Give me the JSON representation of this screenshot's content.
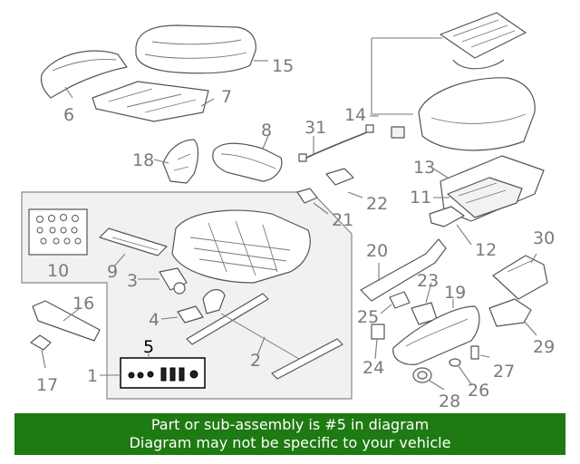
{
  "colors": {
    "banner_bg": "#1e7a12",
    "banner_text": "#ffffff",
    "label_gray": "#7a7a7a",
    "highlight": "#000000"
  },
  "callouts": {
    "n1": "1",
    "n2": "2",
    "n3": "3",
    "n4": "4",
    "n5": "5",
    "n6": "6",
    "n7": "7",
    "n8": "8",
    "n9": "9",
    "n10": "10",
    "n11": "11",
    "n12": "12",
    "n13": "13",
    "n14": "14",
    "n15": "15",
    "n16": "16",
    "n17": "17",
    "n18": "18",
    "n19": "19",
    "n20": "20",
    "n21": "21",
    "n22": "22",
    "n23": "23",
    "n24": "24",
    "n25": "25",
    "n26": "26",
    "n27": "27",
    "n28": "28",
    "n29": "29",
    "n30": "30",
    "n31": "31"
  },
  "highlighted_part": "5",
  "banner": {
    "line1": "Part or sub-assembly is #5 in diagram",
    "line2": "Diagram may not be specific to your vehicle"
  }
}
